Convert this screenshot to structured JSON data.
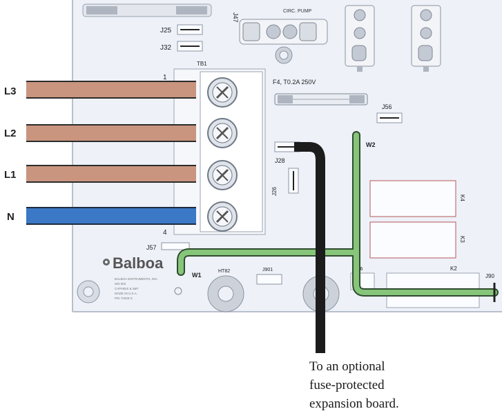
{
  "wire_labels": {
    "l3": "L3",
    "l2": "L2",
    "l1": "L1",
    "n": "N"
  },
  "terminal_block": {
    "label": "TB1",
    "pin_top": "1",
    "pin_bottom": "4"
  },
  "connectors": {
    "j25": "J25",
    "j32": "J32",
    "j47": "J47",
    "circ_pump": "CIRC. PUMP",
    "j56": "J56",
    "j28": "J28",
    "j26": "J26",
    "j57": "J57",
    "j90": "J90",
    "j901": "J901",
    "ht82": "HT82",
    "k2": "K2",
    "k3": "K3",
    "k4": "K4",
    "j6": "J6"
  },
  "fuse_label": "F4, T0.2A 250V",
  "ground_labels": {
    "w1": "W1",
    "w2": "W2"
  },
  "brand": {
    "name": "Balboa",
    "lines": [
      "BALBOA INSTRUMENTS, INC.",
      "S/N 002",
      "CAPABLE & 3&P",
      "MADE IN U.S.A.",
      "P/N 72049 G"
    ]
  },
  "caption": [
    "To an optional",
    "fuse-protected",
    "expansion board."
  ],
  "colors": {
    "line_wire": "#c9957f",
    "neutral_wire": "#3b78c6",
    "ground_wire": "#86c57a",
    "expansion_wire": "#1c1c1c",
    "board": "#eef1f8"
  }
}
